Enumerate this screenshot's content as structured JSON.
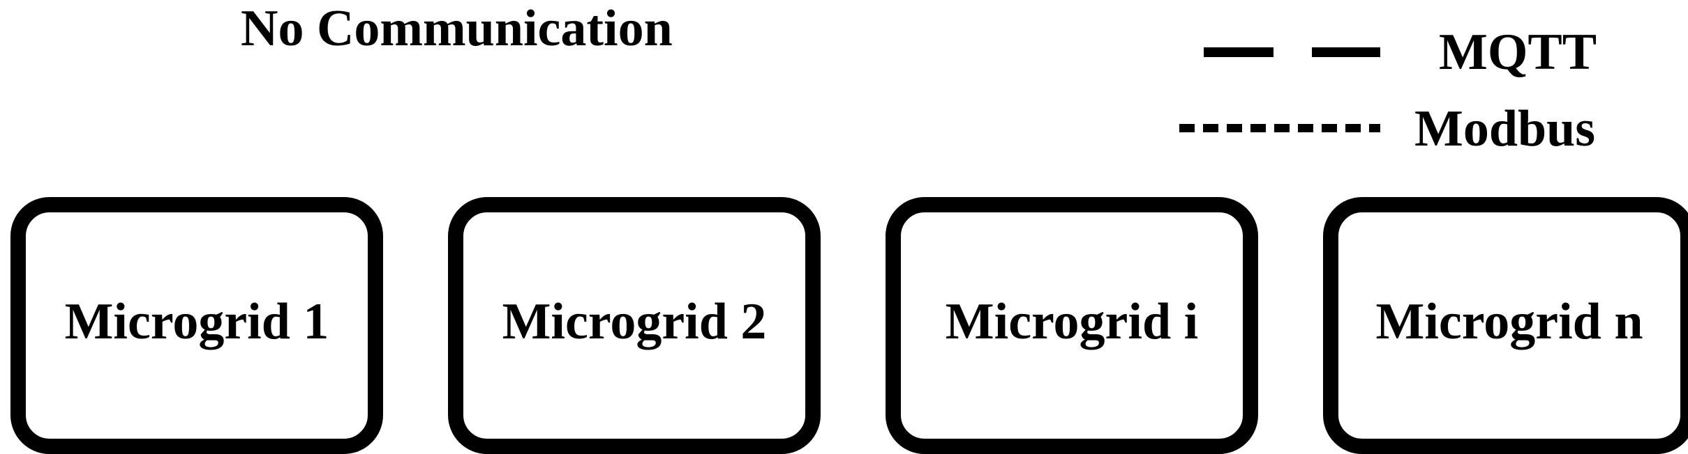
{
  "title": "No Communication",
  "legend": {
    "items": [
      {
        "label": "MQTT",
        "line_style": "long-dash"
      },
      {
        "label": "Modbus",
        "line_style": "short-dash"
      }
    ]
  },
  "microgrids": [
    {
      "label": "Microgrid 1"
    },
    {
      "label": "Microgrid 2"
    },
    {
      "label": "Microgrid i"
    },
    {
      "label": "Microgrid n"
    }
  ],
  "colors": {
    "line": "#000000",
    "background": "#ffffff"
  }
}
